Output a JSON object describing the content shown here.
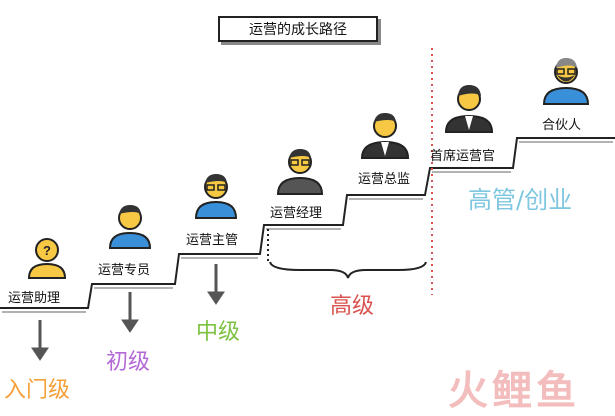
{
  "title": "运营的成长路径",
  "roles": [
    {
      "label": "运营助理",
      "icon": "question-person-icon"
    },
    {
      "label": "运营专员",
      "icon": "person-icon"
    },
    {
      "label": "运营主管",
      "icon": "glasses-person-icon"
    },
    {
      "label": "运营经理",
      "icon": "glasses-person-icon"
    },
    {
      "label": "运营总监",
      "icon": "suit-person-icon"
    },
    {
      "label": "首席运营官",
      "icon": "suit-person-icon"
    },
    {
      "label": "合伙人",
      "icon": "bearded-glasses-person-icon"
    }
  ],
  "levels": {
    "entry": "入门级",
    "junior": "初级",
    "middle": "中级",
    "senior": "高级",
    "executive": "高管/创业"
  },
  "colors": {
    "entry": "#f5a03a",
    "junior": "#b36ad6",
    "middle": "#7dc242",
    "senior": "#d9534f",
    "executive": "#7fc7e0",
    "avatar_blue": "#3a8fd9",
    "avatar_yellow": "#f7c843",
    "divider": "#d9534f"
  },
  "watermark": "火鲤鱼"
}
